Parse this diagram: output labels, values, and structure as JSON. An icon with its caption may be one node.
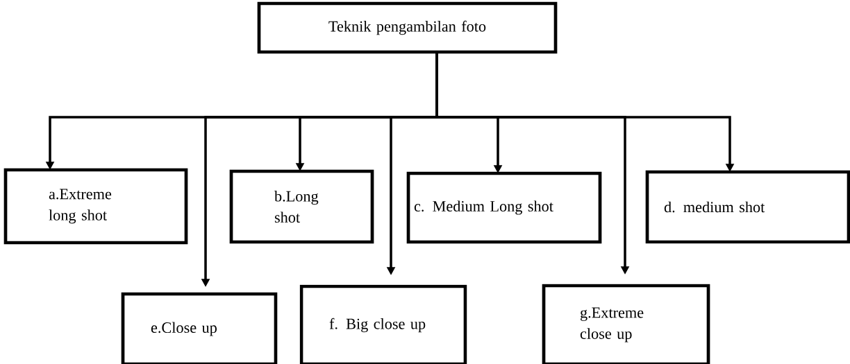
{
  "diagram": {
    "nodes": [
      {
        "text": [
          "Teknik pengambilan foto"
        ]
      },
      {
        "text": [
          "a.Extreme long shot"
        ]
      },
      {
        "text": [
          "b.Long shot"
        ]
      },
      {
        "text": [
          "c. Medium Long shot"
        ]
      },
      {
        "text": [
          "d. medium shot"
        ]
      },
      {
        "text": [
          "e.Close up"
        ]
      },
      {
        "text": [
          "f. Big close up"
        ]
      },
      {
        "text": [
          "g.Extreme close up"
        ]
      }
    ],
    "edges": [
      {
        "from": 0,
        "to": 1,
        "arrow": "to"
      },
      {
        "from": 0,
        "to": 2,
        "arrow": "to"
      },
      {
        "from": 0,
        "to": 3,
        "arrow": "to"
      },
      {
        "from": 0,
        "to": 4,
        "arrow": "to"
      },
      {
        "from": 0,
        "to": 5,
        "arrow": "to"
      },
      {
        "from": 0,
        "to": 6,
        "arrow": "to"
      },
      {
        "from": 0,
        "to": 7,
        "arrow": "to"
      }
    ]
  }
}
